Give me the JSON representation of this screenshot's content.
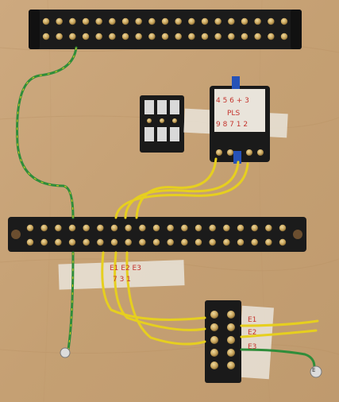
{
  "photo": {
    "labels": {
      "relay_top": "4 5 6 + 3",
      "relay_tag": "PLS",
      "relay_bottom": "9 8 7 1 2",
      "tape_left": "E1 E2 E3",
      "tape_left_nums": "7 3 1",
      "e1": "E1",
      "e2": "E2",
      "e3": "E3",
      "terminal": "E"
    },
    "colors": {
      "board": "#c9a77e",
      "terminal_block": "#1b1b1b",
      "screw": "#c7a35a",
      "wire_yellow": "#e6cf1f",
      "wire_green": "#2f8d3a",
      "tape": "#e9e4db",
      "marker": "#c4342d",
      "relay_blue": "#2652b8"
    }
  }
}
